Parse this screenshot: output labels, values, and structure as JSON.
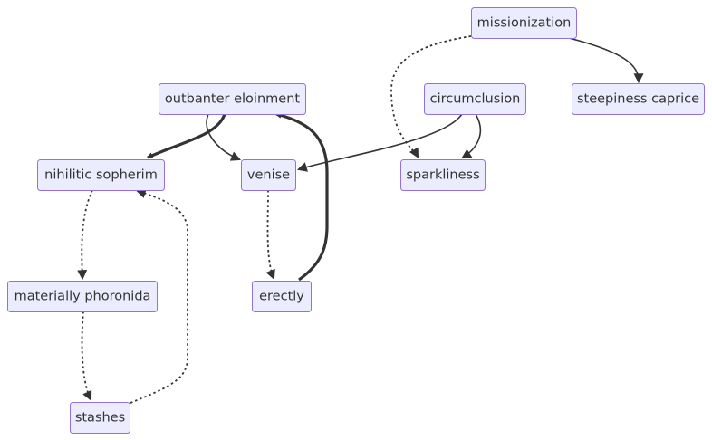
{
  "diagram": {
    "nodes": [
      {
        "id": "missionization",
        "label": "missionization"
      },
      {
        "id": "outbanter",
        "label": "outbanter eloinment"
      },
      {
        "id": "circumclusion",
        "label": "circumclusion"
      },
      {
        "id": "steepiness",
        "label": "steepiness caprice"
      },
      {
        "id": "nihilitic",
        "label": "nihilitic sopherim"
      },
      {
        "id": "venise",
        "label": "venise"
      },
      {
        "id": "sparkliness",
        "label": "sparkliness"
      },
      {
        "id": "materially",
        "label": "materially phoronida"
      },
      {
        "id": "erectly",
        "label": "erectly"
      },
      {
        "id": "stashes",
        "label": "stashes"
      }
    ],
    "edges": [
      {
        "from": "missionization",
        "to": "steepiness",
        "style": "normal"
      },
      {
        "from": "missionization",
        "to": "sparkliness",
        "style": "dotted"
      },
      {
        "from": "outbanter",
        "to": "nihilitic",
        "style": "thick"
      },
      {
        "from": "outbanter",
        "to": "venise",
        "style": "normal"
      },
      {
        "from": "circumclusion",
        "to": "venise",
        "style": "normal"
      },
      {
        "from": "circumclusion",
        "to": "sparkliness",
        "style": "normal"
      },
      {
        "from": "nihilitic",
        "to": "materially",
        "style": "dotted"
      },
      {
        "from": "materially",
        "to": "stashes",
        "style": "dotted"
      },
      {
        "from": "stashes",
        "to": "nihilitic",
        "style": "dotted"
      },
      {
        "from": "venise",
        "to": "erectly",
        "style": "dotted"
      },
      {
        "from": "erectly",
        "to": "outbanter",
        "style": "thick"
      }
    ]
  }
}
